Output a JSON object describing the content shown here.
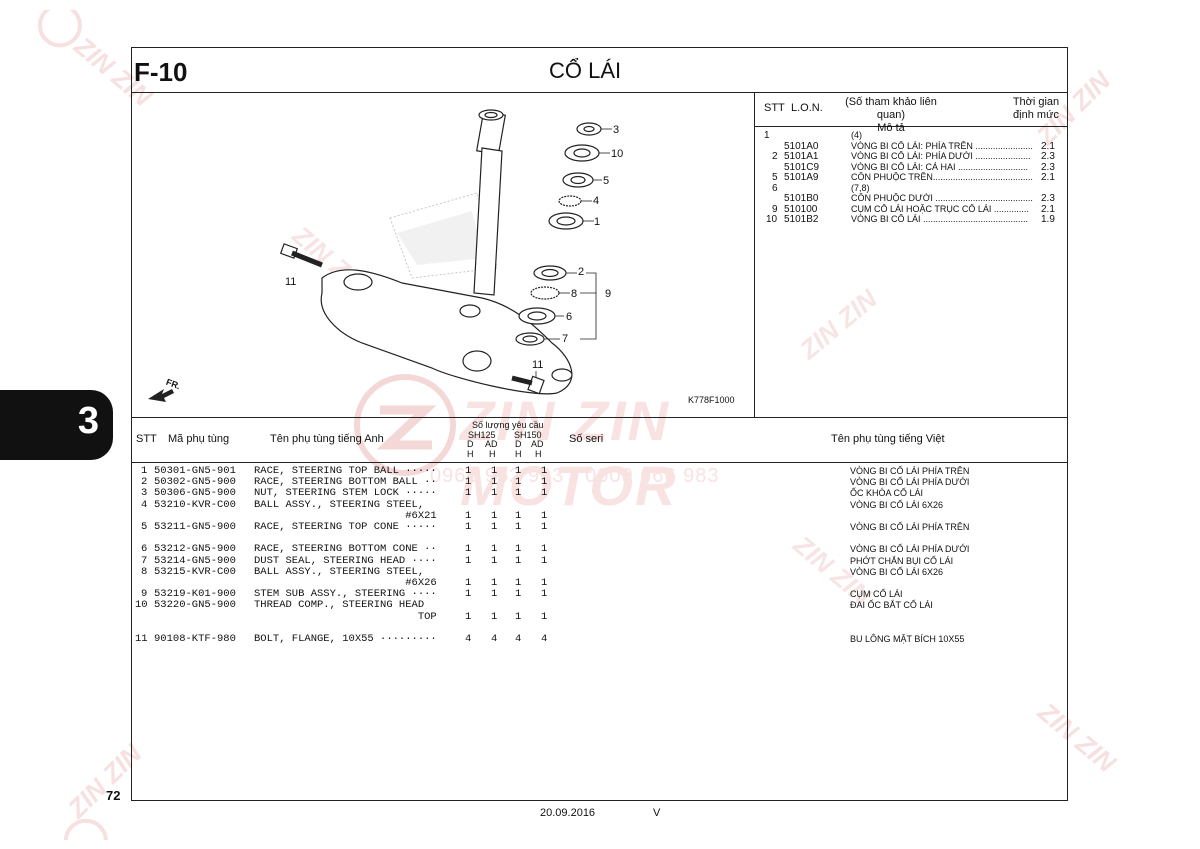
{
  "header": {
    "code": "F-10",
    "title": "CỔ LÁI"
  },
  "section_tab": "3",
  "page_number": "72",
  "footer": {
    "date": "20.09.2016",
    "mark": "V"
  },
  "diagram": {
    "labels": [
      "3",
      "10",
      "5",
      "4",
      "1",
      "2",
      "8",
      "9",
      "6",
      "7",
      "11",
      "11"
    ],
    "code": "K778F1000",
    "front_label": "FR."
  },
  "lon_table": {
    "headers": {
      "stt": "STT",
      "lon": "L.O.N.",
      "desc": "(Số tham khảo liên quan)\nMô tả",
      "time": "Thời gian\nđịnh mức"
    },
    "rows": [
      {
        "stt": "1",
        "lon": "",
        "desc": "(4)",
        "time": ""
      },
      {
        "stt": "",
        "lon": "5101A0",
        "desc": "VÒNG BI CỔ LÁI: PHÍA TRÊN .......................",
        "time": "2.1"
      },
      {
        "stt": "2",
        "lon": "5101A1",
        "desc": "VÒNG BI CỔ LÁI: PHÍA DƯỚI ......................",
        "time": "2.3"
      },
      {
        "stt": "",
        "lon": "5101C9",
        "desc": "VÒNG BI CỔ LÁI: CẢ HAI ............................",
        "time": "2.3"
      },
      {
        "stt": "5",
        "lon": "5101A9",
        "desc": "CÔN PHUỘC TRÊN.........................................",
        "time": "2.1"
      },
      {
        "stt": "6",
        "lon": "",
        "desc": "(7,8)",
        "time": ""
      },
      {
        "stt": "",
        "lon": "5101B0",
        "desc": "CÔN PHUỘC DƯỚI .......................................",
        "time": "2.3"
      },
      {
        "stt": "9",
        "lon": "510100",
        "desc": "CỤM CỔ LÁI HoẶC TRỤC CỔ LÁI ..............",
        "time": "2.1"
      },
      {
        "stt": "10",
        "lon": "5101B2",
        "desc": "VÒNG BI CỔ LÁI ..........................................",
        "time": "1.9"
      }
    ]
  },
  "parts_header": {
    "stt": "STT",
    "part_no": "Mã phụ tùng",
    "name_en": "Tên phụ tùng tiếng Anh",
    "qty_title": "Số lượng yêu cầu",
    "model1": "SH125",
    "model2": "SH150",
    "sub": [
      "D",
      "AD",
      "D",
      "AD"
    ],
    "sub2": [
      "H",
      "H",
      "H",
      "H"
    ],
    "serial": "Số seri",
    "name_vn": "Tên phụ tùng tiếng Việt"
  },
  "parts": [
    {
      "stt": "1",
      "no": "50301-GN5-901",
      "en": "RACE, STEERING TOP BALL ·····",
      "q": [
        "1",
        "1",
        "1",
        "1"
      ],
      "vn": "VÒNG BI CỔ LÁI PHÍA TRÊN"
    },
    {
      "stt": "2",
      "no": "50302-GN5-900",
      "en": "RACE, STEERING BOTTOM BALL ··",
      "q": [
        "1",
        "1",
        "1",
        "1"
      ],
      "vn": "VÒNG BI CỔ LÁI PHÍA DƯỚI"
    },
    {
      "stt": "3",
      "no": "50306-GN5-900",
      "en": "NUT, STEERING STEM LOCK ·····",
      "q": [
        "1",
        "1",
        "1",
        "1"
      ],
      "vn": "ỐC KHÓA CỔ LÁI"
    },
    {
      "stt": "4",
      "no": "53210-KVR-C00",
      "en": "BALL ASSY., STEERING STEEL,",
      "q": [
        "",
        "",
        "",
        ""
      ],
      "vn": "VÒNG BI CỔ LÁI 6X26"
    },
    {
      "stt": "",
      "no": "",
      "en": "                        #6X21",
      "q": [
        "1",
        "1",
        "1",
        "1"
      ],
      "vn": ""
    },
    {
      "stt": "5",
      "no": "53211-GN5-900",
      "en": "RACE, STEERING TOP CONE ·····",
      "q": [
        "1",
        "1",
        "1",
        "1"
      ],
      "vn": "VÒNG BI CỔ LÁI PHÍA TRÊN"
    },
    {
      "stt": "",
      "no": "",
      "en": "",
      "q": [
        "",
        "",
        "",
        ""
      ],
      "vn": ""
    },
    {
      "stt": "6",
      "no": "53212-GN5-900",
      "en": "RACE, STEERING BOTTOM CONE ··",
      "q": [
        "1",
        "1",
        "1",
        "1"
      ],
      "vn": "VÒNG BI CỔ LÁI PHÍA DƯỚI"
    },
    {
      "stt": "7",
      "no": "53214-GN5-900",
      "en": "DUST SEAL, STEERING HEAD ····",
      "q": [
        "1",
        "1",
        "1",
        "1"
      ],
      "vn": "PHỚT CHẮN BỤI CỔ LÁI"
    },
    {
      "stt": "8",
      "no": "53215-KVR-C00",
      "en": "BALL ASSY., STEERING STEEL,",
      "q": [
        "",
        "",
        "",
        ""
      ],
      "vn": "VÒNG BI CỔ LÁI 6X26"
    },
    {
      "stt": "",
      "no": "",
      "en": "                        #6X26",
      "q": [
        "1",
        "1",
        "1",
        "1"
      ],
      "vn": ""
    },
    {
      "stt": "9",
      "no": "53219-K01-900",
      "en": "STEM SUB ASSY., STEERING ····",
      "q": [
        "1",
        "1",
        "1",
        "1"
      ],
      "vn": "CỤM CỔ LÁI"
    },
    {
      "stt": "10",
      "no": "53220-GN5-900",
      "en": "THREAD COMP., STEERING HEAD",
      "q": [
        "",
        "",
        "",
        ""
      ],
      "vn": "ĐAI ỐC BẮT CỔ LÁI"
    },
    {
      "stt": "",
      "no": "",
      "en": "                          TOP",
      "q": [
        "1",
        "1",
        "1",
        "1"
      ],
      "vn": ""
    },
    {
      "stt": "",
      "no": "",
      "en": "",
      "q": [
        "",
        "",
        "",
        ""
      ],
      "vn": ""
    },
    {
      "stt": "11",
      "no": "90108-KTF-980",
      "en": "BOLT, FLANGE, 10X55 ·········",
      "q": [
        "4",
        "4",
        "4",
        "4"
      ],
      "vn": "BU LÔNG MẶT BÍCH 10X55"
    }
  ],
  "watermark": {
    "brand": "ZIN ZIN MOTOR",
    "phone": "0966 962 993 - 0909 666 983"
  },
  "colors": {
    "line": "#222222",
    "watermark": "#e8a8a8",
    "tab": "#111111"
  }
}
